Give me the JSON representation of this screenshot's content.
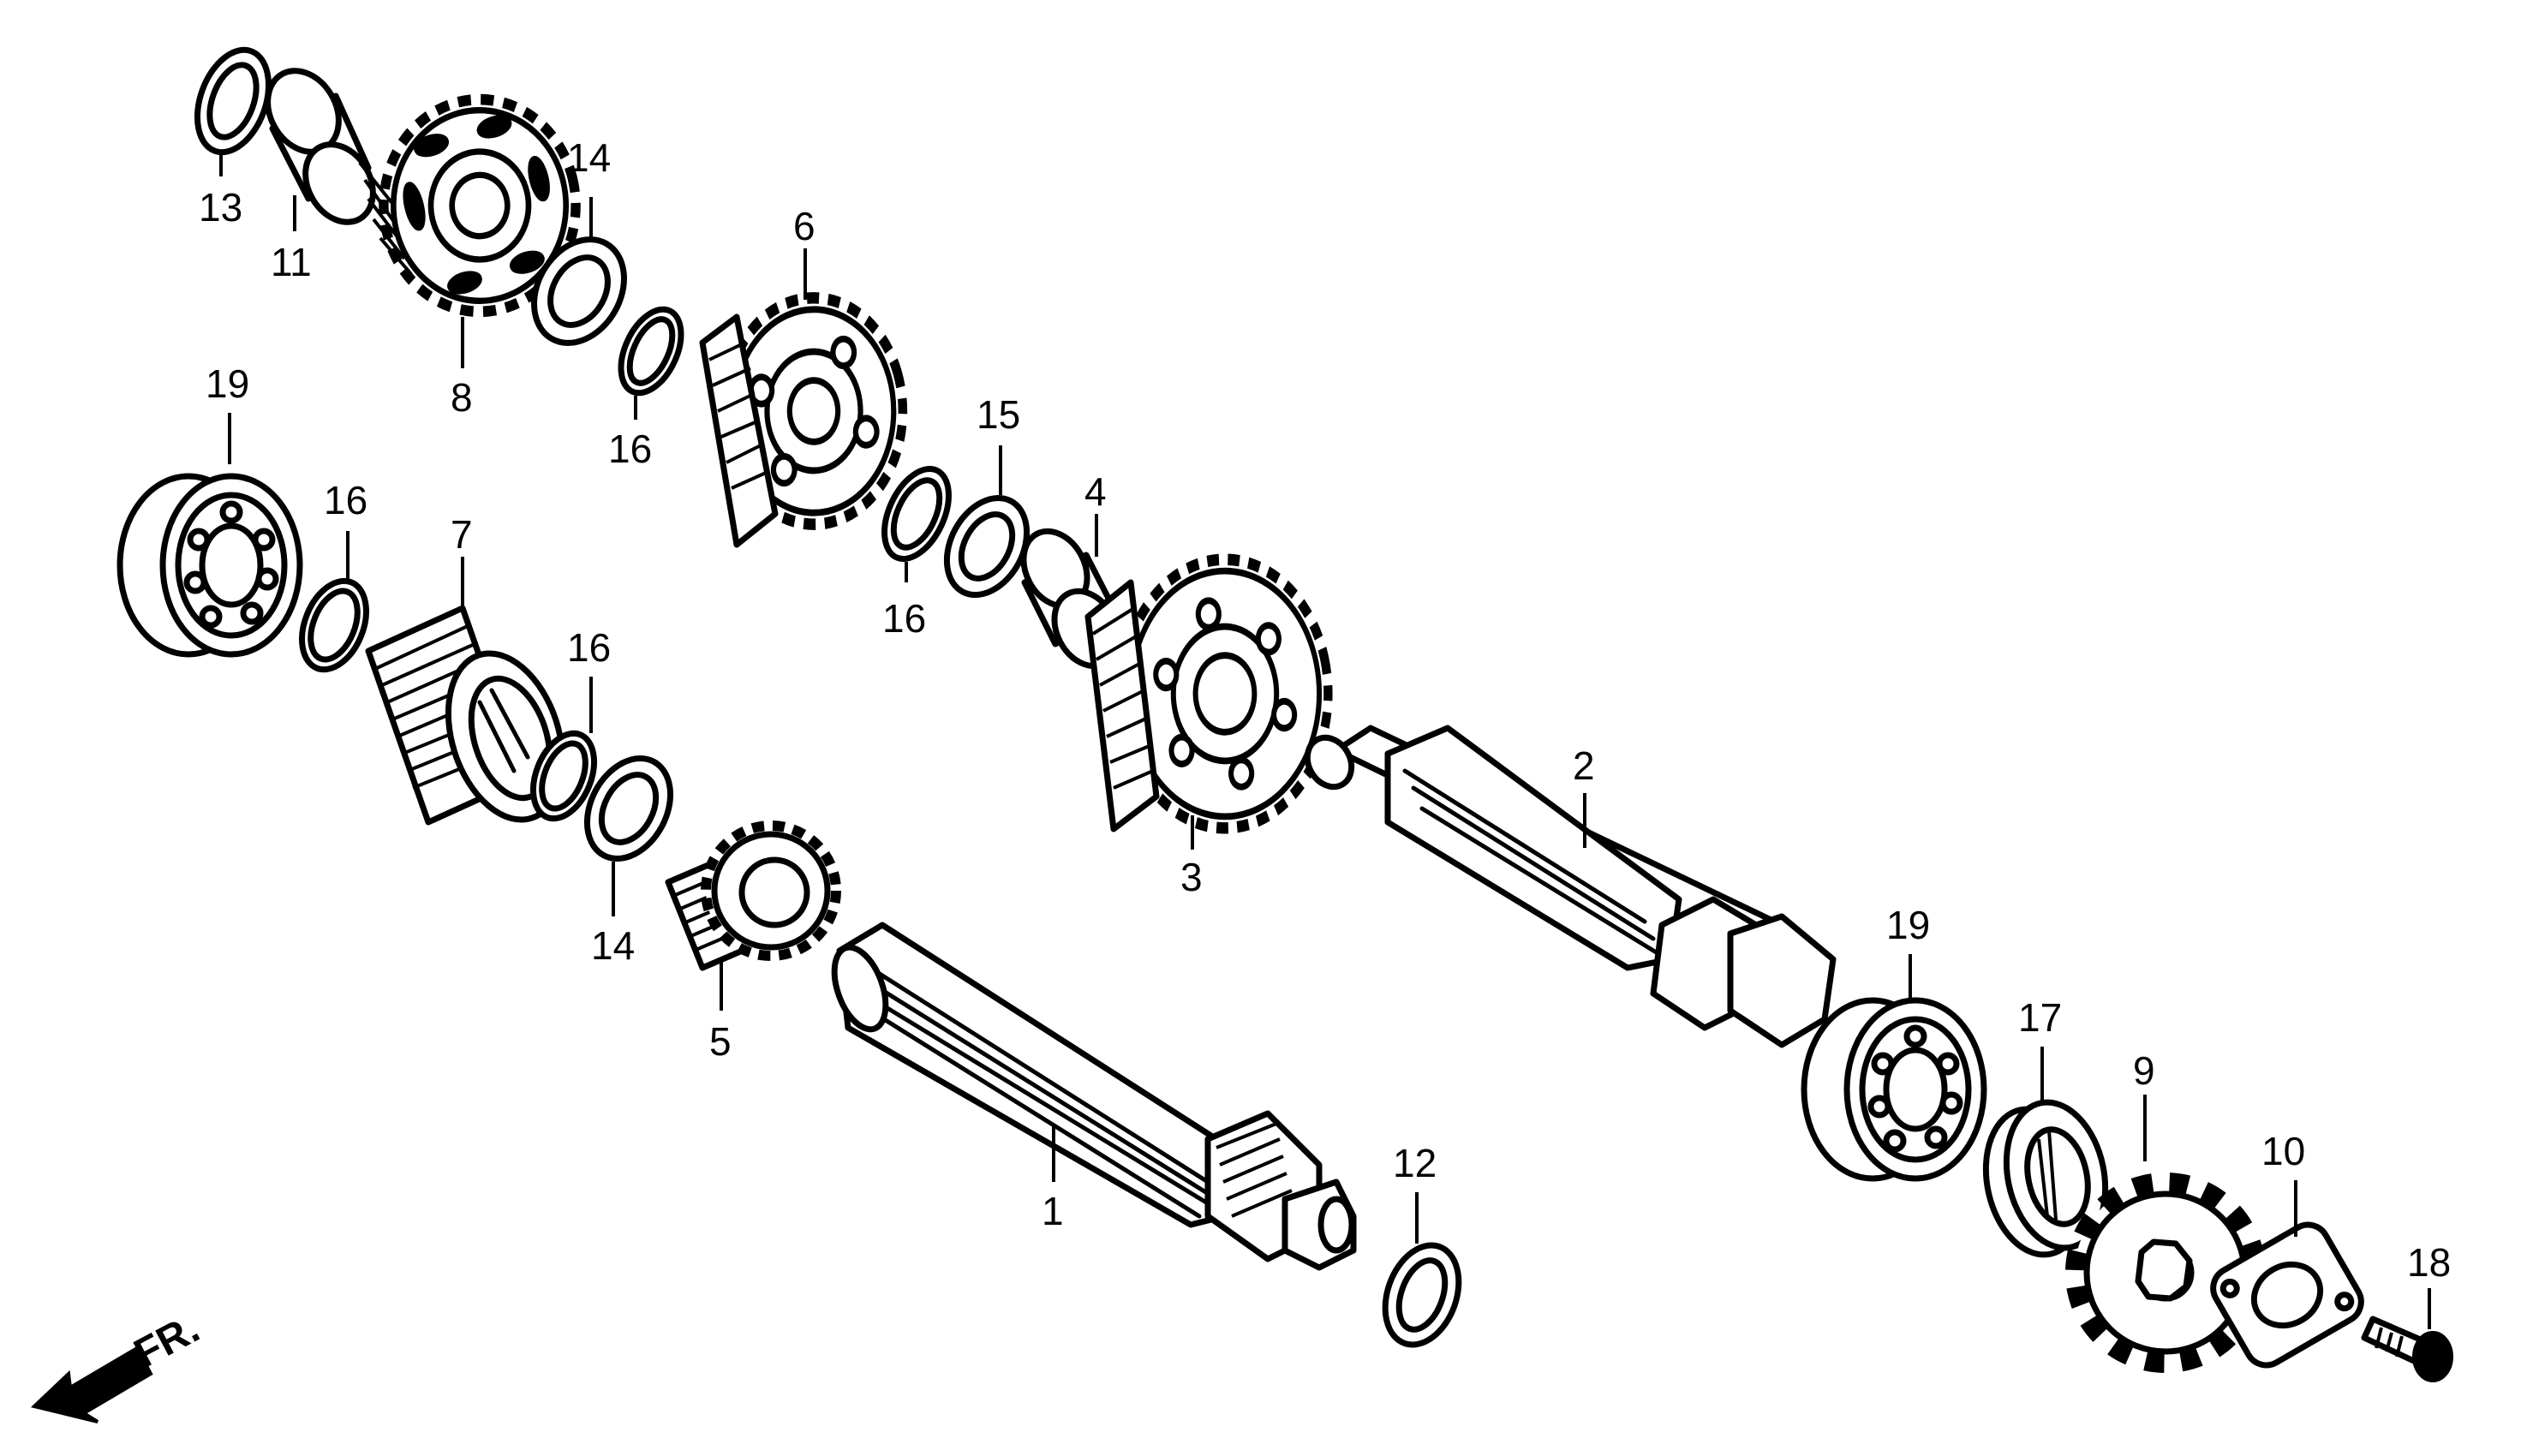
{
  "callouts": {
    "p1": "1",
    "p2": "2",
    "p3": "3",
    "p4": "4",
    "p5": "5",
    "p6": "6",
    "p7": "7",
    "p8": "8",
    "p9": "9",
    "p10": "10",
    "p11": "11",
    "p12": "12",
    "p13": "13",
    "p14a": "14",
    "p14b": "14",
    "p15": "15",
    "p16a": "16",
    "p16b": "16",
    "p16c": "16",
    "p16d": "16",
    "p17": "17",
    "p18": "18",
    "p19a": "19",
    "p19b": "19"
  },
  "front_indicator": {
    "label": "FR."
  }
}
